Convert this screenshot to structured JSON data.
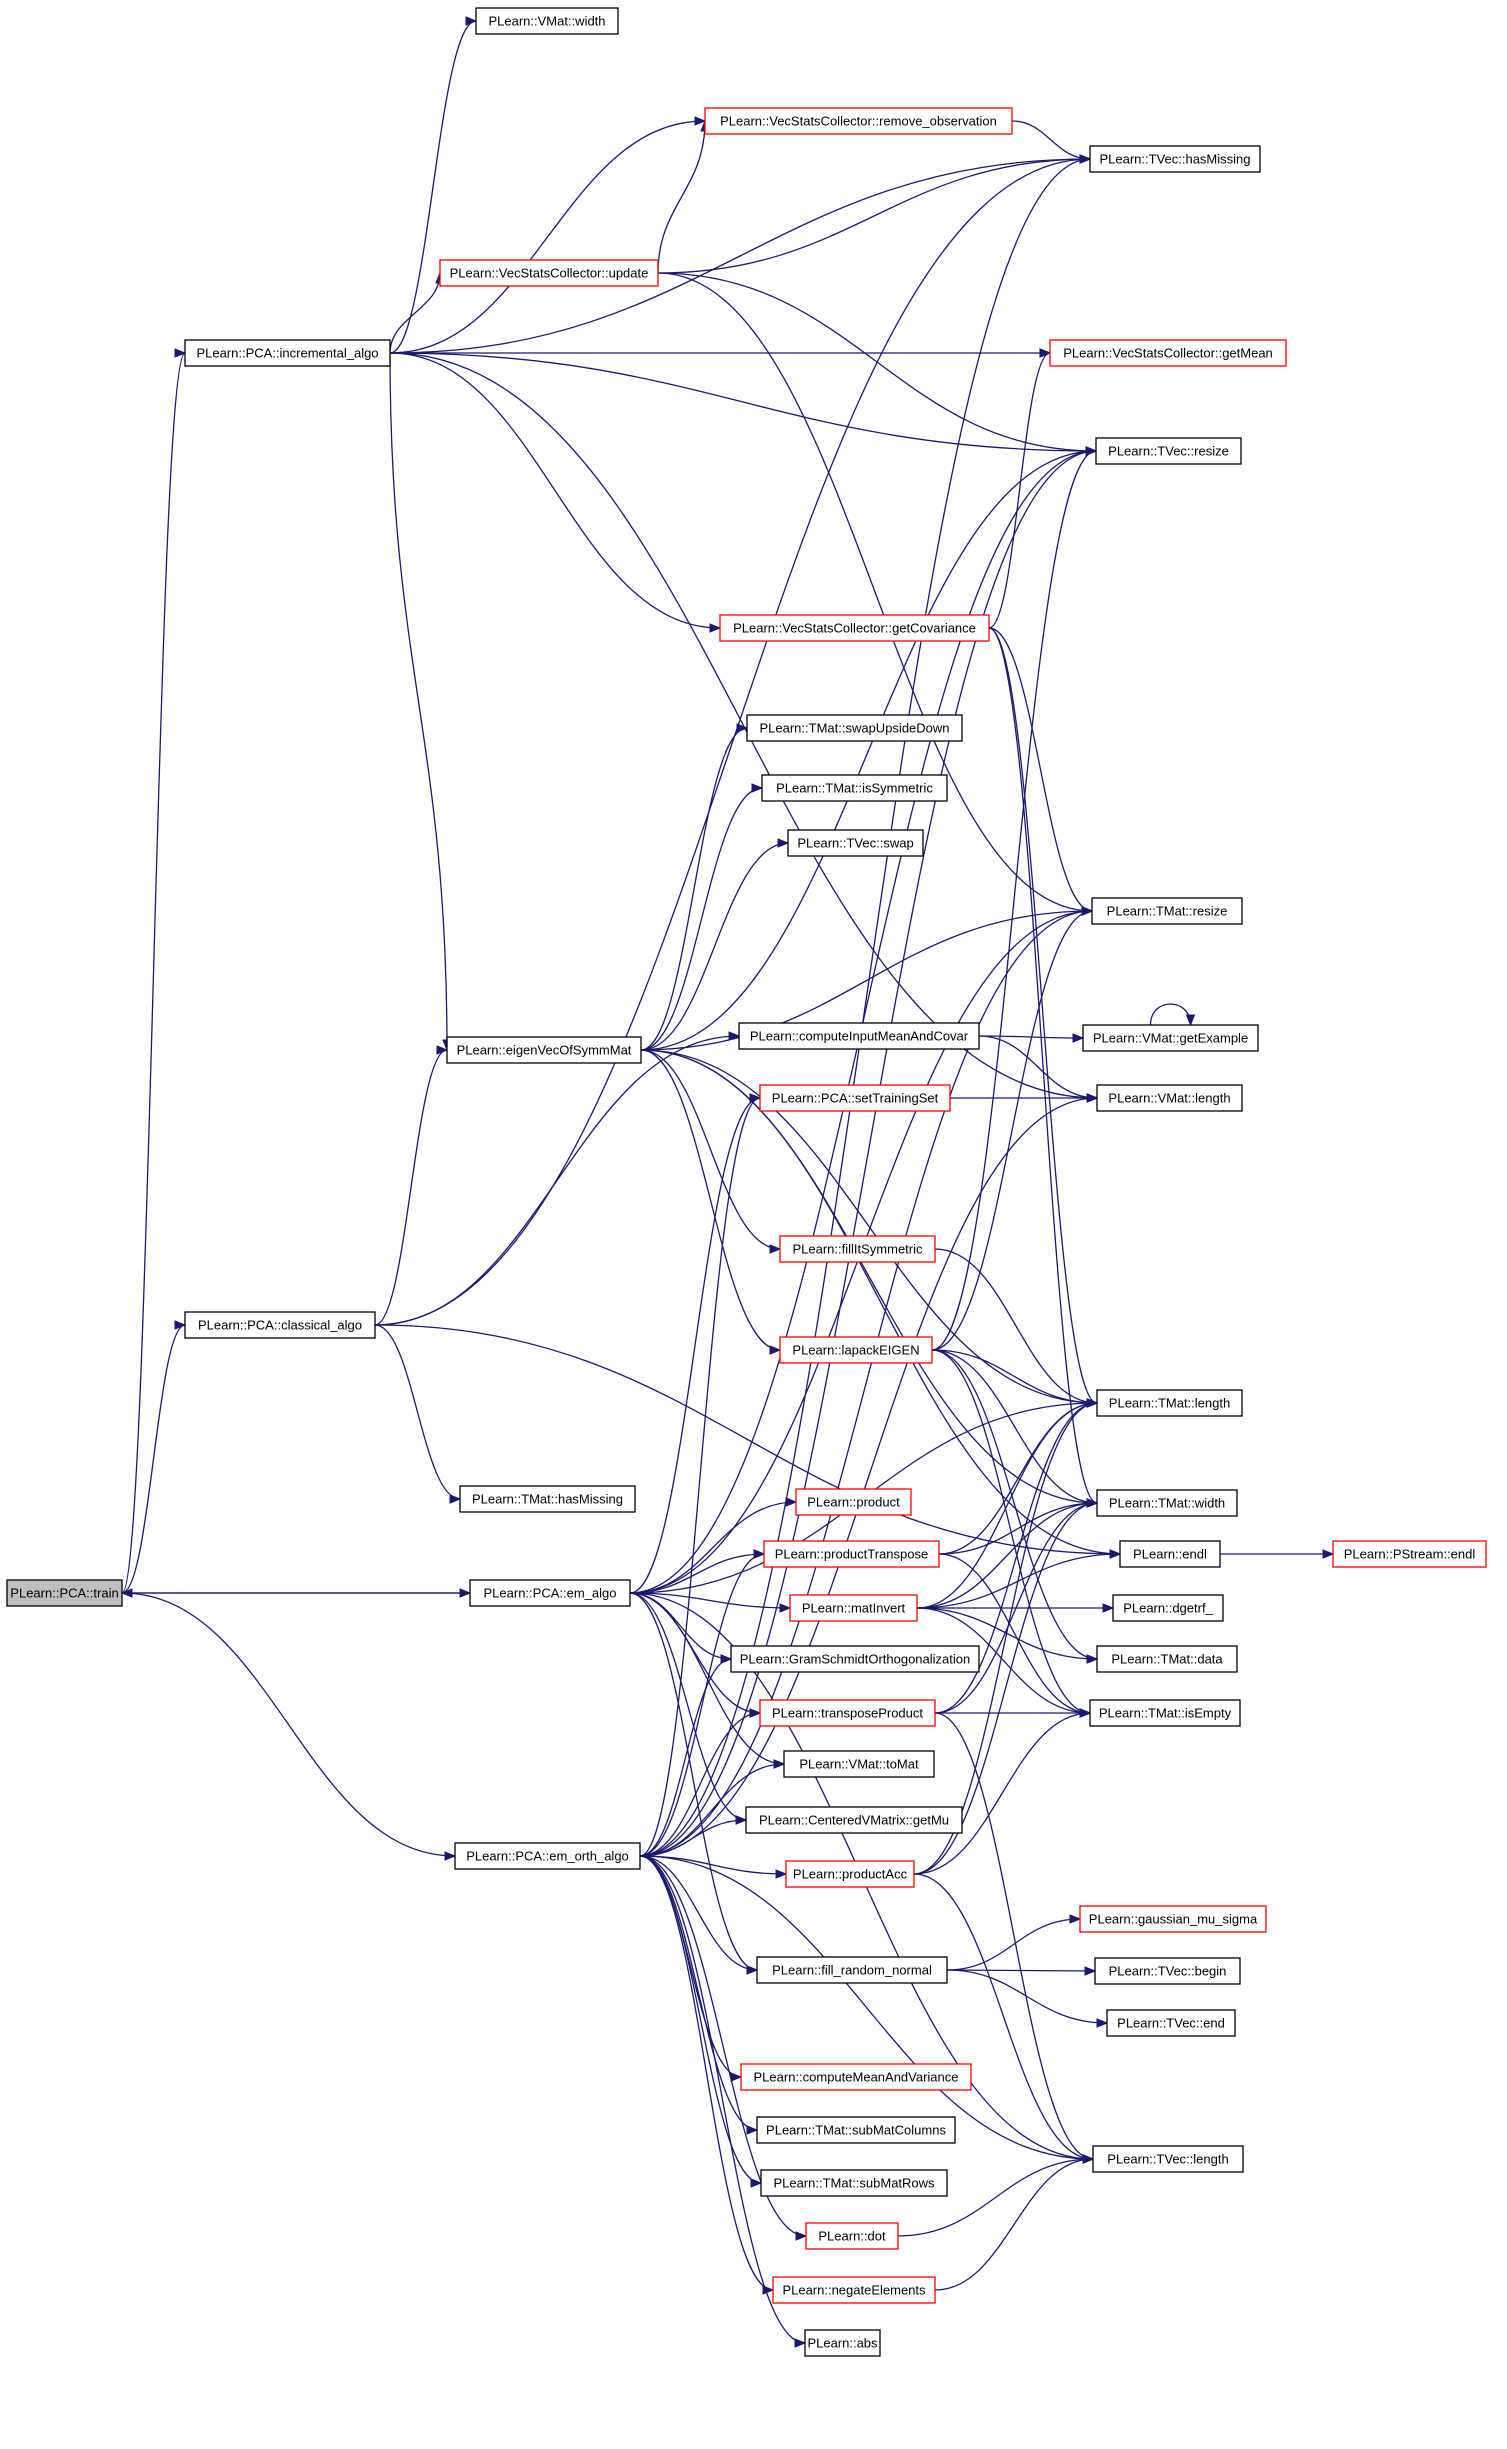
{
  "colors": {
    "edge": "#191970",
    "highlight_border": "#ff0000",
    "normal_border": "#000000",
    "root_fill": "#bfbfbf"
  },
  "nodes": [
    {
      "id": "train",
      "label": "PLearn::PCA::train",
      "style": "root"
    },
    {
      "id": "incremental",
      "label": "PLearn::PCA::incremental_algo",
      "style": "normal"
    },
    {
      "id": "classical",
      "label": "PLearn::PCA::classical_algo",
      "style": "normal"
    },
    {
      "id": "emalgo",
      "label": "PLearn::PCA::em_algo",
      "style": "normal"
    },
    {
      "id": "emorth",
      "label": "PLearn::PCA::em_orth_algo",
      "style": "normal"
    },
    {
      "id": "vmatwidth",
      "label": "PLearn::VMat::width",
      "style": "normal"
    },
    {
      "id": "removeobs",
      "label": "PLearn::VecStatsCollector::remove_observation",
      "style": "red"
    },
    {
      "id": "hasmissing",
      "label": "PLearn::TVec::hasMissing",
      "style": "normal"
    },
    {
      "id": "update",
      "label": "PLearn::VecStatsCollector::update",
      "style": "red"
    },
    {
      "id": "getmean",
      "label": "PLearn::VecStatsCollector::getMean",
      "style": "red"
    },
    {
      "id": "tvecresize",
      "label": "PLearn::TVec::resize",
      "style": "normal"
    },
    {
      "id": "getcov",
      "label": "PLearn::VecStatsCollector::getCovariance",
      "style": "red"
    },
    {
      "id": "swapud",
      "label": "PLearn::TMat::swapUpsideDown",
      "style": "normal"
    },
    {
      "id": "issym",
      "label": "PLearn::TMat::isSymmetric",
      "style": "normal"
    },
    {
      "id": "tvecswap",
      "label": "PLearn::TVec::swap",
      "style": "normal"
    },
    {
      "id": "tmatresize",
      "label": "PLearn::TMat::resize",
      "style": "normal"
    },
    {
      "id": "eigen",
      "label": "PLearn::eigenVecOfSymmMat",
      "style": "normal"
    },
    {
      "id": "cimc",
      "label": "PLearn::computeInputMeanAndCovar",
      "style": "normal"
    },
    {
      "id": "getexample",
      "label": "PLearn::VMat::getExample",
      "style": "normal"
    },
    {
      "id": "settrain",
      "label": "PLearn::PCA::setTrainingSet",
      "style": "red"
    },
    {
      "id": "vmatlength",
      "label": "PLearn::VMat::length",
      "style": "normal"
    },
    {
      "id": "fillsym",
      "label": "PLearn::fillItSymmetric",
      "style": "red"
    },
    {
      "id": "lapack",
      "label": "PLearn::lapackEIGEN",
      "style": "red"
    },
    {
      "id": "tmatlength",
      "label": "PLearn::TMat::length",
      "style": "normal"
    },
    {
      "id": "tmathasmissing",
      "label": "PLearn::TMat::hasMissing",
      "style": "normal"
    },
    {
      "id": "tmatwidth",
      "label": "PLearn::TMat::width",
      "style": "normal"
    },
    {
      "id": "product",
      "label": "PLearn::product",
      "style": "red"
    },
    {
      "id": "endl",
      "label": "PLearn::endl",
      "style": "normal"
    },
    {
      "id": "pstreamendl",
      "label": "PLearn::PStream::endl",
      "style": "red"
    },
    {
      "id": "producttr",
      "label": "PLearn::productTranspose",
      "style": "red"
    },
    {
      "id": "matinvert",
      "label": "PLearn::matInvert",
      "style": "red"
    },
    {
      "id": "dgetrf",
      "label": "PLearn::dgetrf_",
      "style": "normal"
    },
    {
      "id": "gso",
      "label": "PLearn::GramSchmidtOrthogonalization",
      "style": "normal"
    },
    {
      "id": "tmatdata",
      "label": "PLearn::TMat::data",
      "style": "normal"
    },
    {
      "id": "transprod",
      "label": "PLearn::transposeProduct",
      "style": "red"
    },
    {
      "id": "tmatisempty",
      "label": "PLearn::TMat::isEmpty",
      "style": "normal"
    },
    {
      "id": "tomat",
      "label": "PLearn::VMat::toMat",
      "style": "normal"
    },
    {
      "id": "getmu",
      "label": "PLearn::CenteredVMatrix::getMu",
      "style": "normal"
    },
    {
      "id": "prodacc",
      "label": "PLearn::productAcc",
      "style": "red"
    },
    {
      "id": "gaussian",
      "label": "PLearn::gaussian_mu_sigma",
      "style": "red"
    },
    {
      "id": "fillrandom",
      "label": "PLearn::fill_random_normal",
      "style": "normal"
    },
    {
      "id": "tvecbegin",
      "label": "PLearn::TVec::begin",
      "style": "normal"
    },
    {
      "id": "tvecend",
      "label": "PLearn::TVec::end",
      "style": "normal"
    },
    {
      "id": "cmav",
      "label": "PLearn::computeMeanAndVariance",
      "style": "red"
    },
    {
      "id": "submatcols",
      "label": "PLearn::TMat::subMatColumns",
      "style": "normal"
    },
    {
      "id": "tveclength",
      "label": "PLearn::TVec::length",
      "style": "normal"
    },
    {
      "id": "submatrows",
      "label": "PLearn::TMat::subMatRows",
      "style": "normal"
    },
    {
      "id": "dot",
      "label": "PLearn::dot",
      "style": "red"
    },
    {
      "id": "negate",
      "label": "PLearn::negateElements",
      "style": "red"
    },
    {
      "id": "abs",
      "label": "PLearn::abs",
      "style": "normal"
    }
  ],
  "edges": [
    [
      "train",
      "incremental"
    ],
    [
      "train",
      "classical"
    ],
    [
      "train",
      "emalgo"
    ],
    [
      "train",
      "emorth"
    ],
    [
      "incremental",
      "vmatwidth"
    ],
    [
      "incremental",
      "removeobs"
    ],
    [
      "incremental",
      "hasmissing"
    ],
    [
      "incremental",
      "update"
    ],
    [
      "incremental",
      "getmean"
    ],
    [
      "incremental",
      "tvecresize"
    ],
    [
      "incremental",
      "getcov"
    ],
    [
      "incremental",
      "eigen"
    ],
    [
      "incremental",
      "vmatlength"
    ],
    [
      "update",
      "removeobs"
    ],
    [
      "update",
      "hasmissing"
    ],
    [
      "update",
      "tvecresize"
    ],
    [
      "update",
      "tmatresize"
    ],
    [
      "removeobs",
      "hasmissing"
    ],
    [
      "getcov",
      "getmean"
    ],
    [
      "getcov",
      "tmatresize"
    ],
    [
      "getcov",
      "tmatlength"
    ],
    [
      "getcov",
      "tmatwidth"
    ],
    [
      "classical",
      "hasmissing"
    ],
    [
      "classical",
      "eigen"
    ],
    [
      "classical",
      "cimc"
    ],
    [
      "classical",
      "tmathasmissing"
    ],
    [
      "classical",
      "endl"
    ],
    [
      "eigen",
      "swapud"
    ],
    [
      "eigen",
      "issym"
    ],
    [
      "eigen",
      "tvecswap"
    ],
    [
      "eigen",
      "tmatresize"
    ],
    [
      "eigen",
      "tvecresize"
    ],
    [
      "eigen",
      "fillsym"
    ],
    [
      "eigen",
      "lapack"
    ],
    [
      "eigen",
      "tmatlength"
    ],
    [
      "eigen",
      "tmatwidth"
    ],
    [
      "eigen",
      "endl"
    ],
    [
      "cimc",
      "getexample"
    ],
    [
      "cimc",
      "vmatlength"
    ],
    [
      "getexample",
      "getexample"
    ],
    [
      "settrain",
      "vmatlength"
    ],
    [
      "fillsym",
      "tmatlength"
    ],
    [
      "lapack",
      "tmatlength"
    ],
    [
      "lapack",
      "tmatwidth"
    ],
    [
      "lapack",
      "tmatresize"
    ],
    [
      "lapack",
      "tvecresize"
    ],
    [
      "lapack",
      "tmatisempty"
    ],
    [
      "lapack",
      "tmatdata"
    ],
    [
      "emalgo",
      "train"
    ],
    [
      "emalgo",
      "product"
    ],
    [
      "emalgo",
      "producttr"
    ],
    [
      "emalgo",
      "matinvert"
    ],
    [
      "emalgo",
      "gso"
    ],
    [
      "emalgo",
      "transprod"
    ],
    [
      "emalgo",
      "tomat"
    ],
    [
      "emalgo",
      "getmu"
    ],
    [
      "emalgo",
      "fillrandom"
    ],
    [
      "emalgo",
      "settrain"
    ],
    [
      "emalgo",
      "tmatresize"
    ],
    [
      "emalgo",
      "tvecresize"
    ],
    [
      "emalgo",
      "tmatlength"
    ],
    [
      "emalgo",
      "tveclength"
    ],
    [
      "emorth",
      "settrain"
    ],
    [
      "emorth",
      "gso"
    ],
    [
      "emorth",
      "transprod"
    ],
    [
      "emorth",
      "tomat"
    ],
    [
      "emorth",
      "getmu"
    ],
    [
      "emorth",
      "prodacc"
    ],
    [
      "emorth",
      "fillrandom"
    ],
    [
      "emorth",
      "cmav"
    ],
    [
      "emorth",
      "submatcols"
    ],
    [
      "emorth",
      "submatrows"
    ],
    [
      "emorth",
      "dot"
    ],
    [
      "emorth",
      "negate"
    ],
    [
      "emorth",
      "abs"
    ],
    [
      "emorth",
      "tveclength"
    ],
    [
      "emorth",
      "producttr"
    ],
    [
      "emorth",
      "vmatlength"
    ],
    [
      "emorth",
      "tmatresize"
    ],
    [
      "emorth",
      "tvecresize"
    ],
    [
      "emorth",
      "hasmissing"
    ],
    [
      "producttr",
      "tmatlength"
    ],
    [
      "producttr",
      "tmatwidth"
    ],
    [
      "producttr",
      "tmatisempty"
    ],
    [
      "matinvert",
      "tmatwidth"
    ],
    [
      "matinvert",
      "tmatlength"
    ],
    [
      "matinvert",
      "endl"
    ],
    [
      "matinvert",
      "dgetrf"
    ],
    [
      "matinvert",
      "tmatdata"
    ],
    [
      "matinvert",
      "tmatisempty"
    ],
    [
      "transprod",
      "tmatwidth"
    ],
    [
      "transprod",
      "tmatlength"
    ],
    [
      "transprod",
      "tmatisempty"
    ],
    [
      "transprod",
      "tveclength"
    ],
    [
      "prodacc",
      "tmatlength"
    ],
    [
      "prodacc",
      "tmatwidth"
    ],
    [
      "prodacc",
      "tmatisempty"
    ],
    [
      "prodacc",
      "tveclength"
    ],
    [
      "fillrandom",
      "gaussian"
    ],
    [
      "fillrandom",
      "tvecbegin"
    ],
    [
      "fillrandom",
      "tvecend"
    ],
    [
      "endl",
      "pstreamendl"
    ],
    [
      "dot",
      "tveclength"
    ],
    [
      "negate",
      "tveclength"
    ]
  ]
}
